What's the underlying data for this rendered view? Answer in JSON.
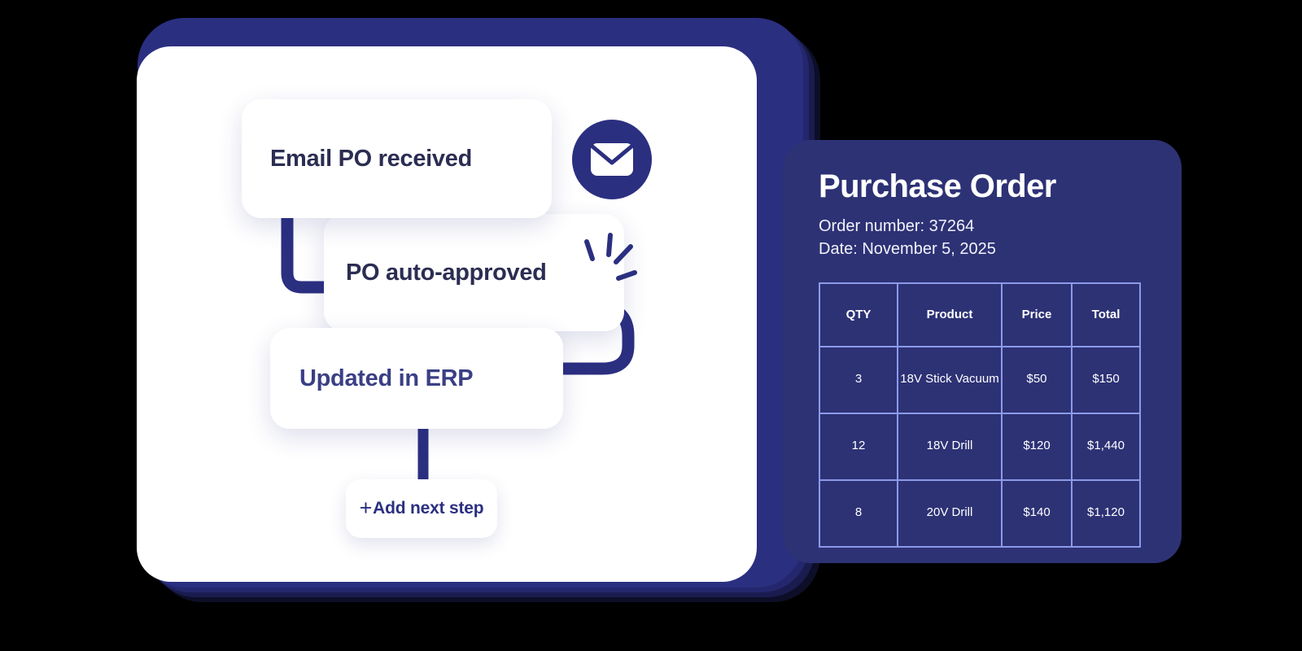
{
  "theme": {
    "navy": "#2b2f80",
    "panel_navy": "#2d3275",
    "card_text": "#2b2d52",
    "erp_text": "#3a3f85",
    "table_border": "#8c9ae8",
    "white": "#ffffff",
    "background": "#000000"
  },
  "workflow": {
    "nodes": [
      {
        "label": "Email PO received"
      },
      {
        "label": "PO auto-approved"
      },
      {
        "label": "Updated in ERP"
      }
    ],
    "add_step": {
      "plus": "+",
      "label": "Add next step"
    },
    "email_icon_name": "envelope-icon"
  },
  "purchase_order": {
    "title": "Purchase Order",
    "order_number_line": "Order number: 37264",
    "date_line": "Date: November 5, 2025",
    "table": {
      "headers": [
        "QTY",
        "Product",
        "Price",
        "Total"
      ],
      "rows": [
        {
          "qty": "3",
          "product": "18V Stick Vacuum",
          "price": "$50",
          "total": "$150"
        },
        {
          "qty": "12",
          "product": "18V Drill",
          "price": "$120",
          "total": "$1,440"
        },
        {
          "qty": "8",
          "product": "20V Drill",
          "price": "$140",
          "total": "$1,120"
        }
      ]
    }
  }
}
